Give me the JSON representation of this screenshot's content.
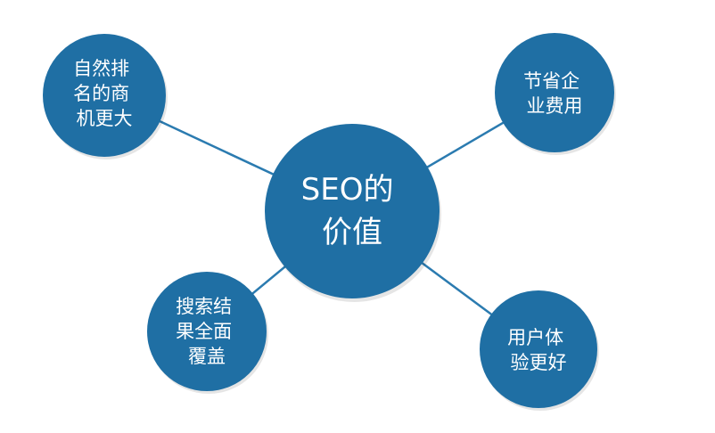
{
  "diagram": {
    "center": {
      "lines": [
        "SEO的",
        "价值"
      ]
    },
    "nodes": [
      {
        "id": "top-left",
        "lines": [
          "自然排",
          "名的商",
          "机更大"
        ]
      },
      {
        "id": "top-right",
        "lines": [
          "节省企",
          "业费用"
        ]
      },
      {
        "id": "bottom-left",
        "lines": [
          "搜索结",
          "果全面",
          "覆盖"
        ]
      },
      {
        "id": "bottom-right",
        "lines": [
          "用户体",
          "验更好"
        ]
      }
    ],
    "colors": {
      "node_fill": "#1f6fa4",
      "connector": "#2b7bb0",
      "text": "#ffffff",
      "background": "#ffffff"
    }
  }
}
